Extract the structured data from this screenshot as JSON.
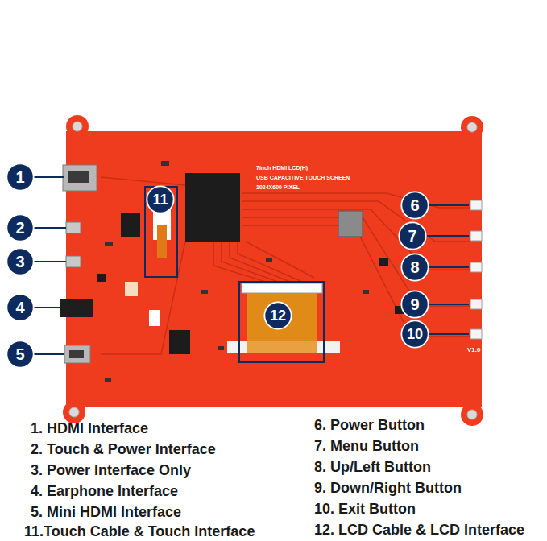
{
  "diagram": {
    "nodes": [
      {
        "text": [
          "1"
        ]
      },
      {
        "text": [
          "2"
        ]
      },
      {
        "text": [
          "3"
        ]
      },
      {
        "text": [
          "4"
        ]
      },
      {
        "text": [
          "5"
        ]
      },
      {
        "text": [
          "6"
        ]
      },
      {
        "text": [
          "7"
        ]
      },
      {
        "text": [
          "8"
        ]
      },
      {
        "text": [
          "9"
        ]
      },
      {
        "text": [
          "10"
        ]
      },
      {
        "text": [
          "11"
        ]
      },
      {
        "text": [
          "12"
        ]
      }
    ],
    "labels": [
      "7inch HDMI LCD(H)",
      "USB CAPACITIVE TOUCH SCREEN",
      "1024X600 PIXEL",
      "V1.0",
      "1. HDMI Interface",
      "2. Touch & Power Interface",
      "3. Power Interface Only",
      "4. Earphone Interface",
      "5. Mini HDMI Interface",
      "6. Power Button",
      "7. Menu Button",
      "8. Up/Left Button",
      "9. Down/Right Button",
      "10. Exit Button",
      "11.Touch Cable & Touch Interface",
      "12. LCD Cable & LCD Interface"
    ]
  }
}
